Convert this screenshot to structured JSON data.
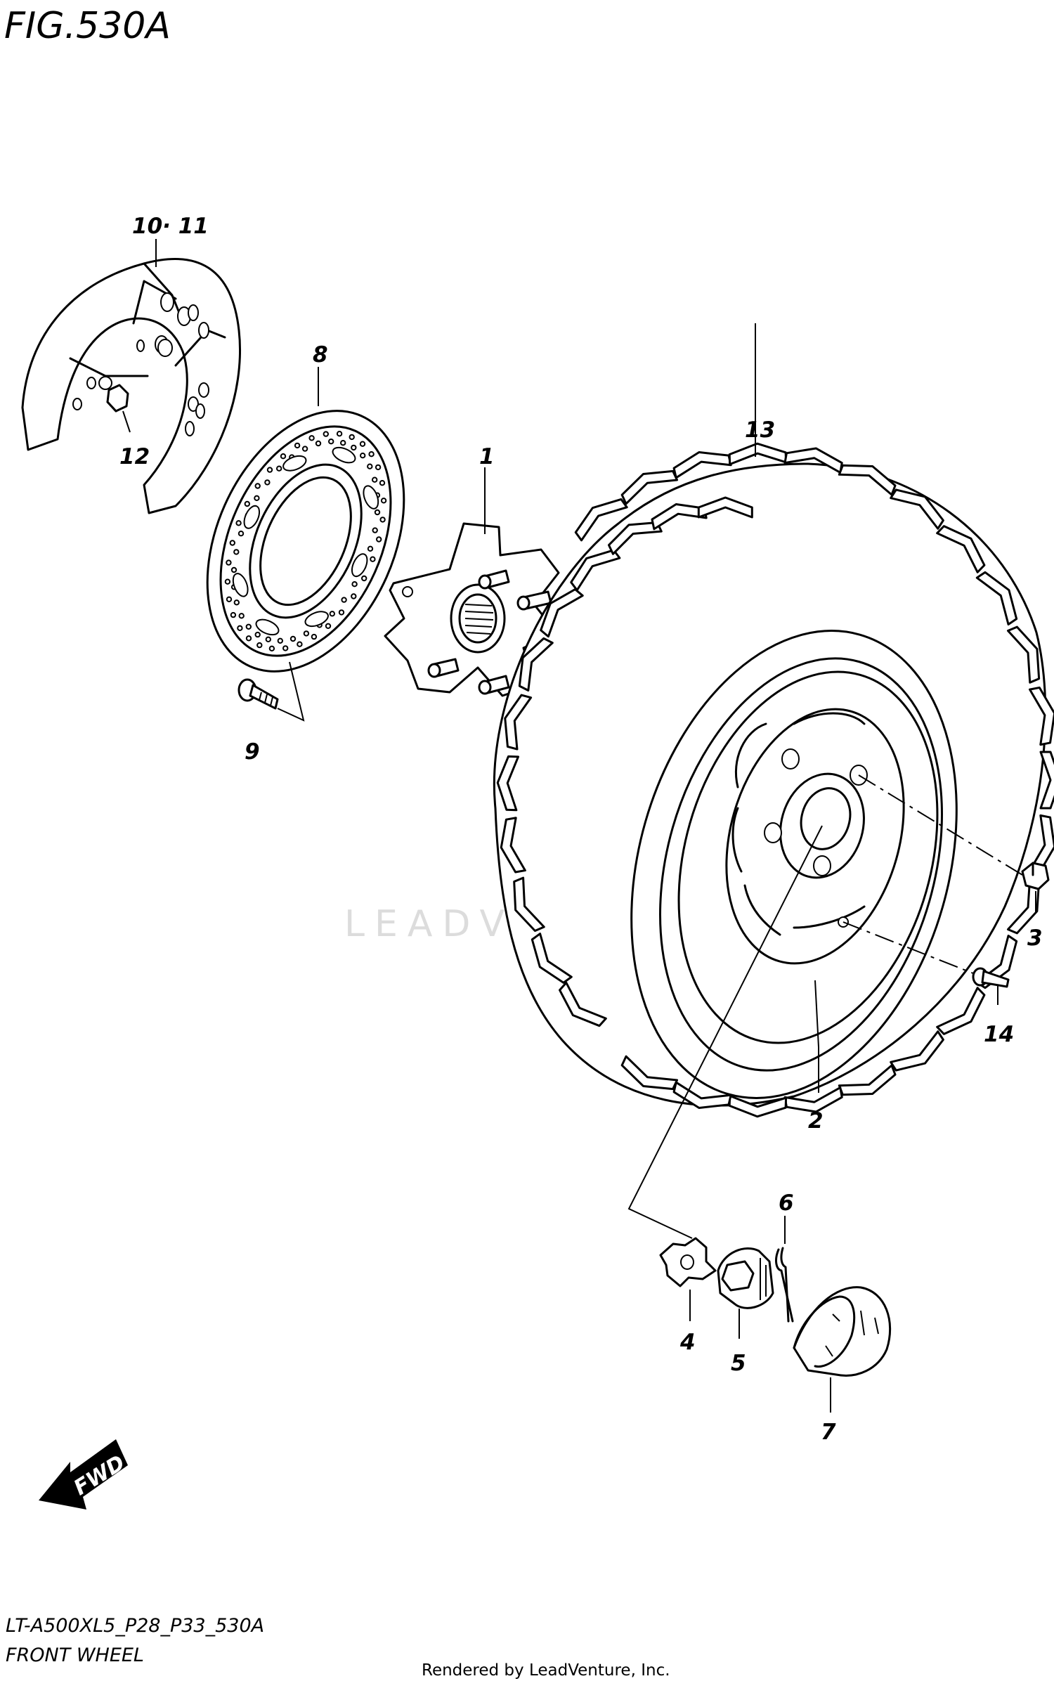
{
  "title": "FIG.530A",
  "watermark": "LEADVENTURE",
  "fwd_label": "FWD",
  "footer": {
    "model_code": "LT-A500XL5_P28_P33_530A",
    "section_name": "FRONT WHEEL",
    "credit": "Rendered by LeadVenture, Inc."
  },
  "callouts": {
    "c1": "1",
    "c2": "2",
    "c3": "3",
    "c4": "4",
    "c5": "5",
    "c6": "6",
    "c7": "7",
    "c8": "8",
    "c9": "9",
    "c10_11": "10· 11",
    "c12": "12",
    "c13": "13",
    "c14": "14"
  }
}
